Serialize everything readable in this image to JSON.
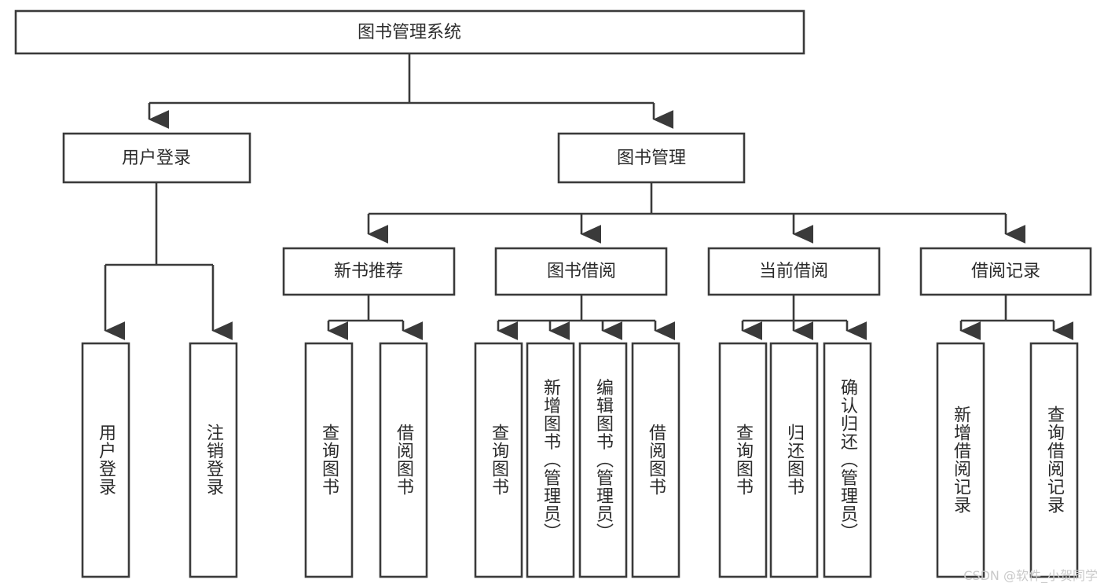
{
  "diagram": {
    "title": "图书管理系统",
    "type": "tree-hierarchy",
    "watermark": "CSDN @软件_小贺同学",
    "colors": {
      "stroke": "#3a3a3a",
      "fill": "#ffffff",
      "text": "#2b2b2b",
      "watermark": "#c9c9c9"
    },
    "levels": {
      "root": {
        "label": "图书管理系统"
      },
      "level2": [
        {
          "label": "用户登录"
        },
        {
          "label": "图书管理"
        }
      ],
      "level3": [
        {
          "label": "新书推荐"
        },
        {
          "label": "图书借阅"
        },
        {
          "label": "当前借阅"
        },
        {
          "label": "借阅记录"
        }
      ],
      "leaves": [
        {
          "label": "用户登录",
          "parent": "用户登录"
        },
        {
          "label": "注销登录",
          "parent": "用户登录"
        },
        {
          "label": "查询图书",
          "parent": "新书推荐"
        },
        {
          "label": "借阅图书",
          "parent": "新书推荐"
        },
        {
          "label": "查询图书",
          "parent": "图书借阅"
        },
        {
          "label": "新增图书（管理员）",
          "parent": "图书借阅"
        },
        {
          "label": "编辑图书（管理员）",
          "parent": "图书借阅"
        },
        {
          "label": "借阅图书",
          "parent": "图书借阅"
        },
        {
          "label": "查询图书",
          "parent": "当前借阅"
        },
        {
          "label": "归还图书",
          "parent": "当前借阅"
        },
        {
          "label": "确认归还（管理员）",
          "parent": "当前借阅"
        },
        {
          "label": "新增借阅记录",
          "parent": "借阅记录"
        },
        {
          "label": "查询借阅记录",
          "parent": "借阅记录"
        }
      ]
    }
  }
}
